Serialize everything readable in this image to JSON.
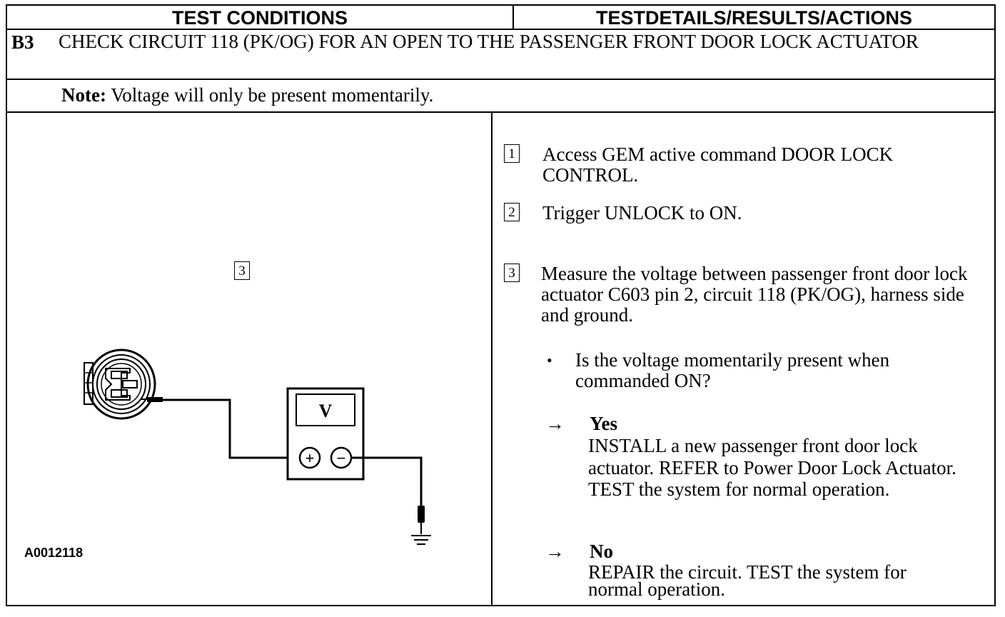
{
  "header": {
    "left": "TEST CONDITIONS",
    "right": "TESTDETAILS/RESULTS/ACTIONS"
  },
  "step": {
    "code": "B3",
    "title": "CHECK CIRCUIT 118 (PK/OG) FOR AN OPEN TO THE PASSENGER FRONT DOOR LOCK ACTUATOR"
  },
  "note": {
    "label": "Note:",
    "text": " Voltage will only be present momentarily."
  },
  "figure": {
    "callout": "3",
    "meter_symbol": "V",
    "plus": "+",
    "minus": "−",
    "id": "A0012118"
  },
  "actions": [
    {
      "num": "1",
      "text": "Access GEM active command DOOR LOCK CONTROL."
    },
    {
      "num": "2",
      "text": "Trigger UNLOCK to ON."
    },
    {
      "num": "3",
      "text": "Measure the voltage between passenger front door lock actuator C603 pin 2, circuit 118 (PK/OG), harness side and ground."
    }
  ],
  "question": {
    "bullet": "•",
    "text": "Is the voltage momentarily present when commanded ON?"
  },
  "answers": [
    {
      "arrow": "→",
      "label": "Yes",
      "text": "INSTALL a new passenger front door lock actuator. REFER to Power Door Lock Actuator. TEST the system for normal operation."
    },
    {
      "arrow": "→",
      "label": "No",
      "text": "REPAIR the circuit. TEST the system for normal operation."
    }
  ]
}
